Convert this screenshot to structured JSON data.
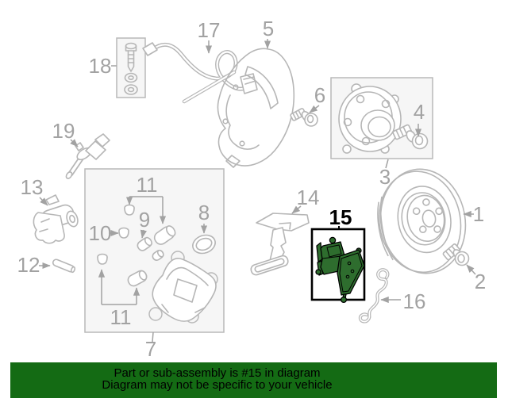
{
  "banner": {
    "line1": "Part or sub-assembly is #15 in diagram",
    "line2": "Diagram may not be specific to your vehicle",
    "background_color": "#146b14",
    "text_color": "#000000"
  },
  "highlighted_part_number": "15",
  "callout_numbers": [
    "1",
    "2",
    "3",
    "4",
    "5",
    "6",
    "7",
    "8",
    "9",
    "10",
    "11",
    "12",
    "13",
    "14",
    "15",
    "16",
    "17",
    "18",
    "19"
  ],
  "diagram": {
    "line_color": "#b6b6b6",
    "label_color": "#a2a2a2",
    "box_fill": "#f6f6f6",
    "highlight_fill": "#2e6d2e",
    "highlight_stroke": "#000000"
  }
}
